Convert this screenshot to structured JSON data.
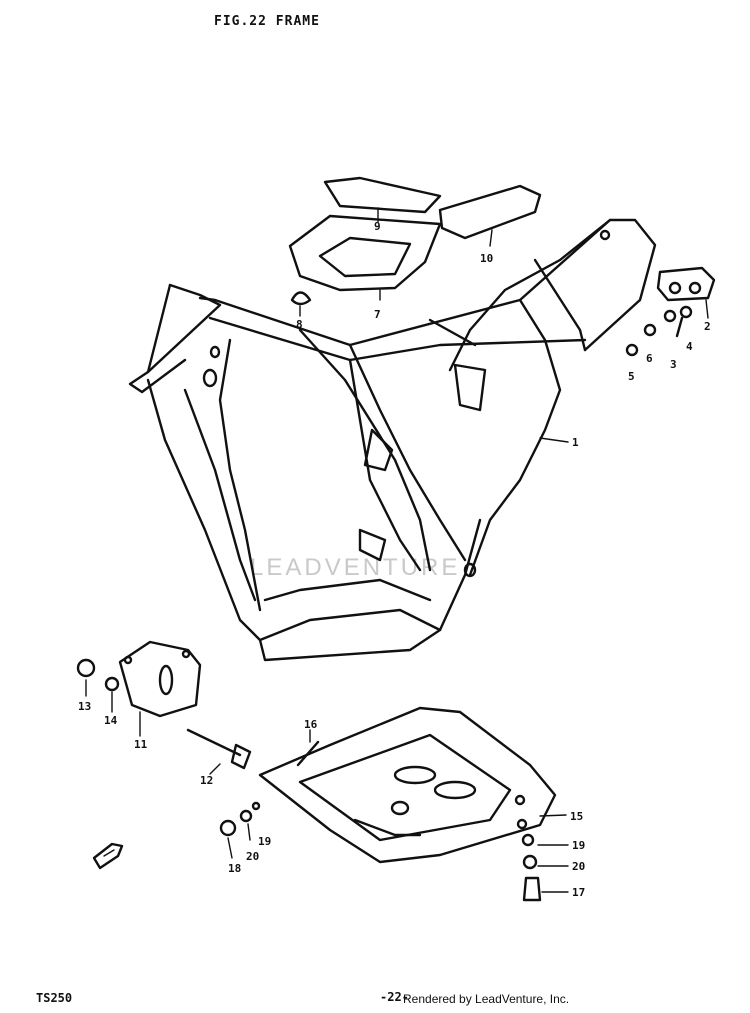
{
  "header": {
    "figure_title": "FIG.22  FRAME"
  },
  "footer": {
    "model": "TS250",
    "page_number": "-22-",
    "credit": "Rendered by LeadVenture, Inc."
  },
  "watermark": {
    "text": "LEADVENTURE"
  },
  "callouts": [
    "1",
    "2",
    "3",
    "4",
    "5",
    "6",
    "7",
    "8",
    "9",
    "10",
    "11",
    "12",
    "13",
    "14",
    "15",
    "16",
    "17",
    "18",
    "19",
    "20",
    "19",
    "20"
  ],
  "colors": {
    "ink": "#111111",
    "paper": "#ffffff",
    "watermark": "#c9c9c9"
  },
  "icons": {
    "front_arrow": "front-direction-arrow-icon"
  }
}
